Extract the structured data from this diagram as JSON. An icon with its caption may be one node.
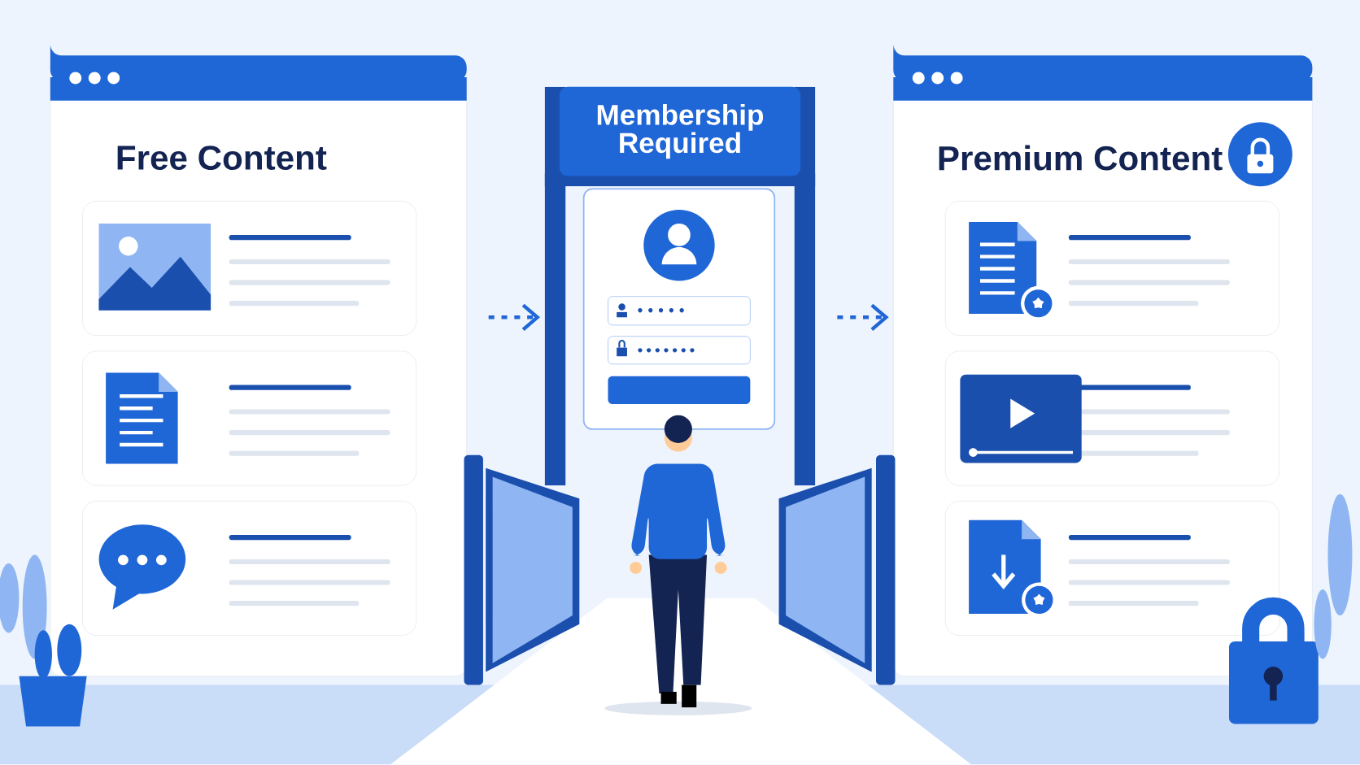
{
  "diagram": {
    "nodes": [
      {
        "text": [
          "Free Content"
        ]
      },
      {
        "text": [
          "Membership Required"
        ]
      },
      {
        "text": [
          "Premium Content"
        ]
      }
    ],
    "edges": [
      {
        "from": 0,
        "to": 1,
        "arrow": "to",
        "style": "dashed"
      },
      {
        "from": 1,
        "to": 2,
        "arrow": "to",
        "style": "dashed"
      }
    ]
  }
}
